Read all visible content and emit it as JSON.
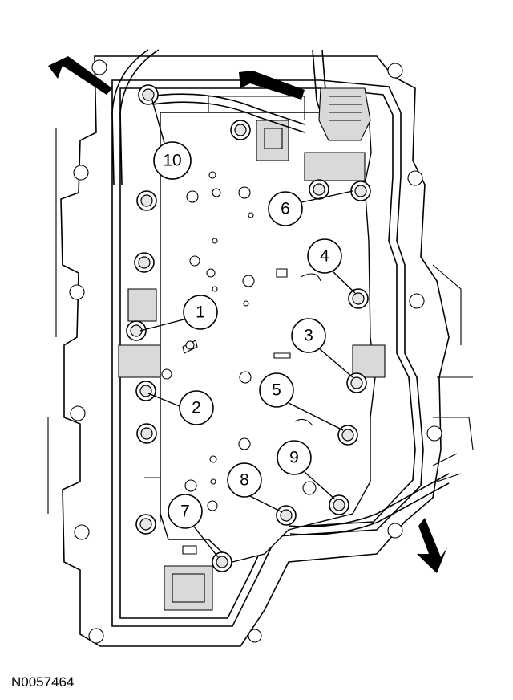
{
  "figure_id": "N0057464",
  "callouts": [
    {
      "label": "1"
    },
    {
      "label": "2"
    },
    {
      "label": "3"
    },
    {
      "label": "4"
    },
    {
      "label": "5"
    },
    {
      "label": "6"
    },
    {
      "label": "7"
    },
    {
      "label": "8"
    },
    {
      "label": "9"
    },
    {
      "label": "10"
    }
  ]
}
